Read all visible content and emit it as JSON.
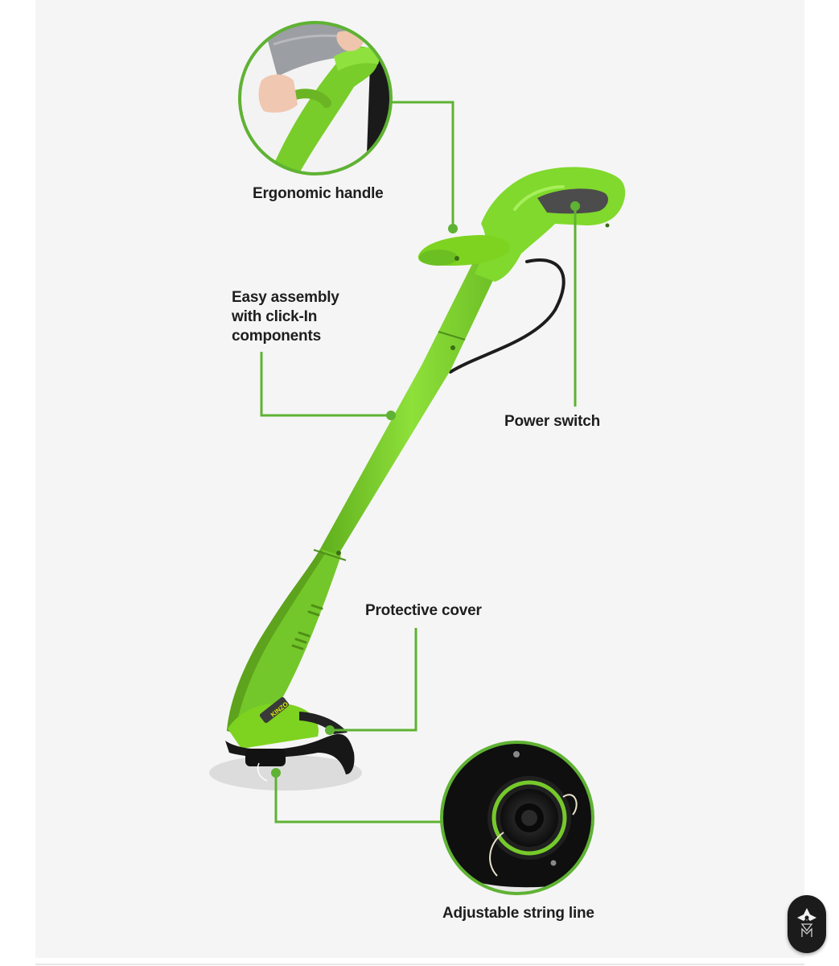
{
  "callouts": {
    "ergonomic_handle": "Ergonomic handle",
    "assembly_line1": "Easy assembly",
    "assembly_line2": "with click-In",
    "assembly_line3": "components",
    "power_switch": "Power switch",
    "protective_cover": "Protective cover",
    "adjustable_string": "Adjustable string line"
  },
  "product": {
    "brand": "KINZO"
  },
  "badge": {
    "icon": "brand-logo-icon"
  },
  "colors": {
    "accent": "#7ed321",
    "leader": "#5fb233",
    "background": "#f5f5f5",
    "text": "#1e1e1e"
  }
}
